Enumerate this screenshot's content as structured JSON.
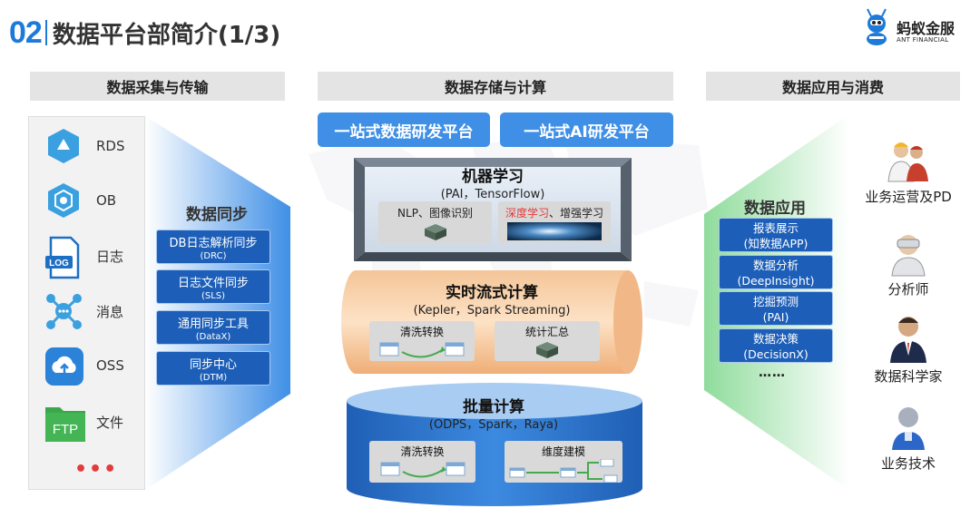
{
  "header": {
    "number": "02",
    "title": "数据平台部简介(1/3)"
  },
  "logo": {
    "cn": "蚂蚁金服",
    "en": "ANT FINANCIAL"
  },
  "sections": {
    "collect": "数据采集与传输",
    "storage": "数据存储与计算",
    "apply": "数据应用与消费"
  },
  "sources": [
    {
      "label": "RDS",
      "icon": "rds-hexagon-icon"
    },
    {
      "label": "OB",
      "icon": "ob-hexagon-icon"
    },
    {
      "label": "日志",
      "icon": "log-file-icon"
    },
    {
      "label": "消息",
      "icon": "message-molecule-icon"
    },
    {
      "label": "OSS",
      "icon": "oss-cloud-upload-icon"
    },
    {
      "label": "文件",
      "icon": "ftp-folder-icon",
      "icon_text": "FTP"
    }
  ],
  "sources_more": "•••",
  "sync": {
    "title": "数据同步",
    "items": [
      {
        "name": "DB日志解析同步",
        "code": "(DRC)"
      },
      {
        "name": "日志文件同步",
        "code": "(SLS)"
      },
      {
        "name": "通用同步工具",
        "code": "(DataX)"
      },
      {
        "name": "同步中心",
        "code": "(DTM)"
      }
    ]
  },
  "platforms": [
    "一站式数据研发平台",
    "一站式AI研发平台"
  ],
  "ml": {
    "title": "机器学习",
    "subtitle": "(PAI，TensorFlow)",
    "card1": "NLP、图像识别",
    "card2_red": "深度学习",
    "card2_rest": "、增强学习"
  },
  "stream": {
    "title": "实时流式计算",
    "subtitle": "(Kepler，Spark Streaming)",
    "card1": "清洗转换",
    "card2": "统计汇总"
  },
  "batch": {
    "title": "批量计算",
    "subtitle": "(ODPS，Spark，Raya)",
    "card1": "清洗转换",
    "card2": "维度建模"
  },
  "apps": {
    "title": "数据应用",
    "items": [
      {
        "name": "报表展示",
        "code": "(知数据APP)"
      },
      {
        "name": "数据分析",
        "code": "(DeepInsight)"
      },
      {
        "name": "挖掘预测",
        "code": "(PAI)"
      },
      {
        "name": "数据决策",
        "code": "(DecisionX)"
      }
    ],
    "more": "……"
  },
  "roles": [
    "业务运营及PD",
    "分析师",
    "数据科学家",
    "业务技术"
  ],
  "colors": {
    "accent": "#1e7ad9",
    "box_blue": "#1d5fb8",
    "platform_blue": "#3f8fe6",
    "stream_orange": "#f5c9a0",
    "batch_blue": "#2f78d0",
    "red": "#e23b3b",
    "app_green": "#8fdc9c"
  }
}
